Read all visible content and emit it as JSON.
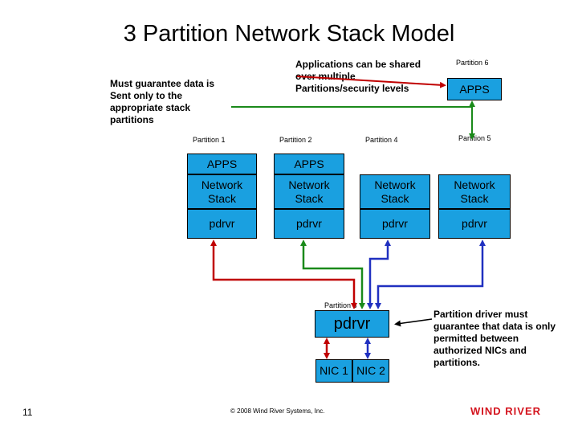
{
  "title": "3 Partition Network Stack Model",
  "notes": {
    "left": "Must guarantee data is Sent only to the appropriate stack partitions",
    "top": "Applications can be shared over multiple Partitions/security levels",
    "right": "Partition driver must guarantee that data is only permitted between authorized NICs and partitions."
  },
  "partitions": {
    "p1": {
      "label": "Partition 1",
      "apps": "APPS",
      "stack": "Network Stack",
      "drv": "pdrvr"
    },
    "p2": {
      "label": "Partition 2",
      "apps": "APPS",
      "stack": "Network Stack",
      "drv": "pdrvr"
    },
    "p4": {
      "label": "Partition 4",
      "stack": "Network Stack",
      "drv": "pdrvr"
    },
    "p5": {
      "label": "Partition 5",
      "stack": "Network Stack",
      "drv": "pdrvr"
    },
    "p6": {
      "label": "Partition 6",
      "apps": "APPS"
    },
    "p3": {
      "label": "Partition 3",
      "drv": "pdrvr",
      "nic1": "NIC 1",
      "nic2": "NIC 2"
    }
  },
  "colors": {
    "box": "#1aa0e0",
    "red": "#c00000",
    "green": "#1a8a1a",
    "blue": "#2030c0",
    "brand": "#d4141e"
  },
  "footer": {
    "page_number": "11",
    "copyright": "© 2008 Wind River Systems, Inc.",
    "logo": "WIND RIVER"
  }
}
